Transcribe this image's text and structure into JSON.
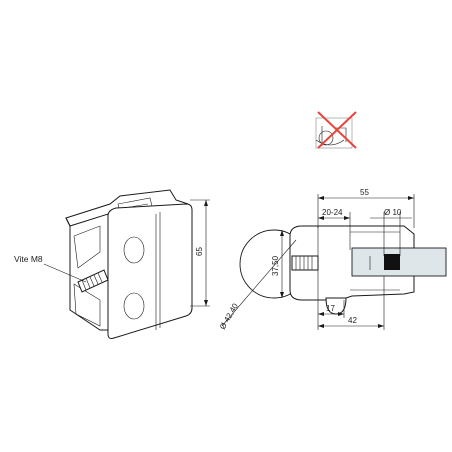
{
  "labels": {
    "screw": "Vite M8"
  },
  "dimensions": {
    "front_height": "65",
    "overall_width": "55",
    "glass_range": "20-24",
    "hole_diameter": "Ø 10",
    "curvature_height": "37,50",
    "pipe_diameter": "Ø 42,40",
    "offset_17": "17",
    "offset_42": "42"
  },
  "icons": {
    "warning_symbol": "no-pipe-mount-icon"
  },
  "colors": {
    "line": "#1a1a1a",
    "glass": "#dfe6ea",
    "warning_red": "#e8453c"
  }
}
